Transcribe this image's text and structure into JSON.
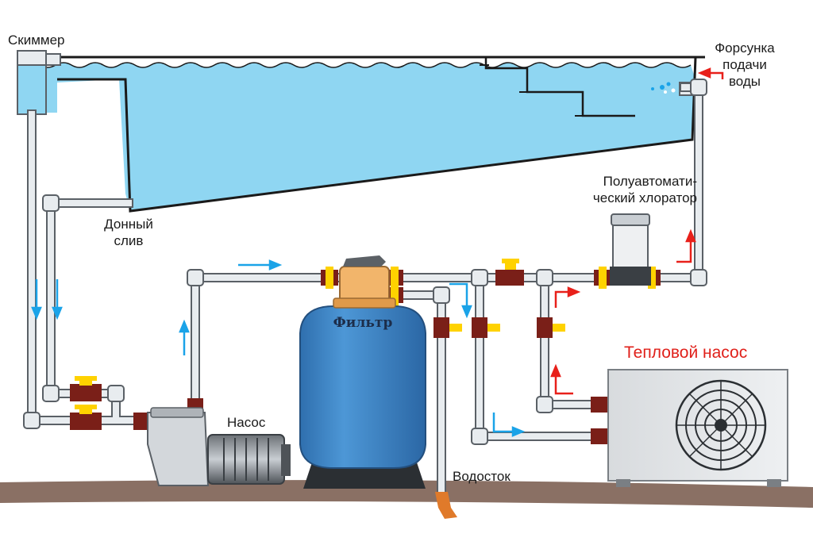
{
  "labels": {
    "skimmer": "Скиммер",
    "nozzle_l1": "Форсунка",
    "nozzle_l2": "подачи",
    "nozzle_l3": "воды",
    "chlorinator_l1": "Полуавтомати-",
    "chlorinator_l2": "ческий хлоратор",
    "drain_l1": "Донный",
    "drain_l2": "слив",
    "pump": "Насос",
    "filter": "Фильтр",
    "waste": "Водосток",
    "heat_pump": "Тепловой насос"
  },
  "colors": {
    "water": "#8fd6f2",
    "pipe": "#e8ecef",
    "pipe_outline": "#5a6066",
    "filter_tank": "#3f86c6",
    "filter_valve": "#f2b56b",
    "ground": "#8a7064",
    "flow_arrow_blue": "#1aa3e8",
    "flow_arrow_red": "#e8201a",
    "valve_handle": "#ffd200",
    "fitting": "#7a1f18"
  }
}
